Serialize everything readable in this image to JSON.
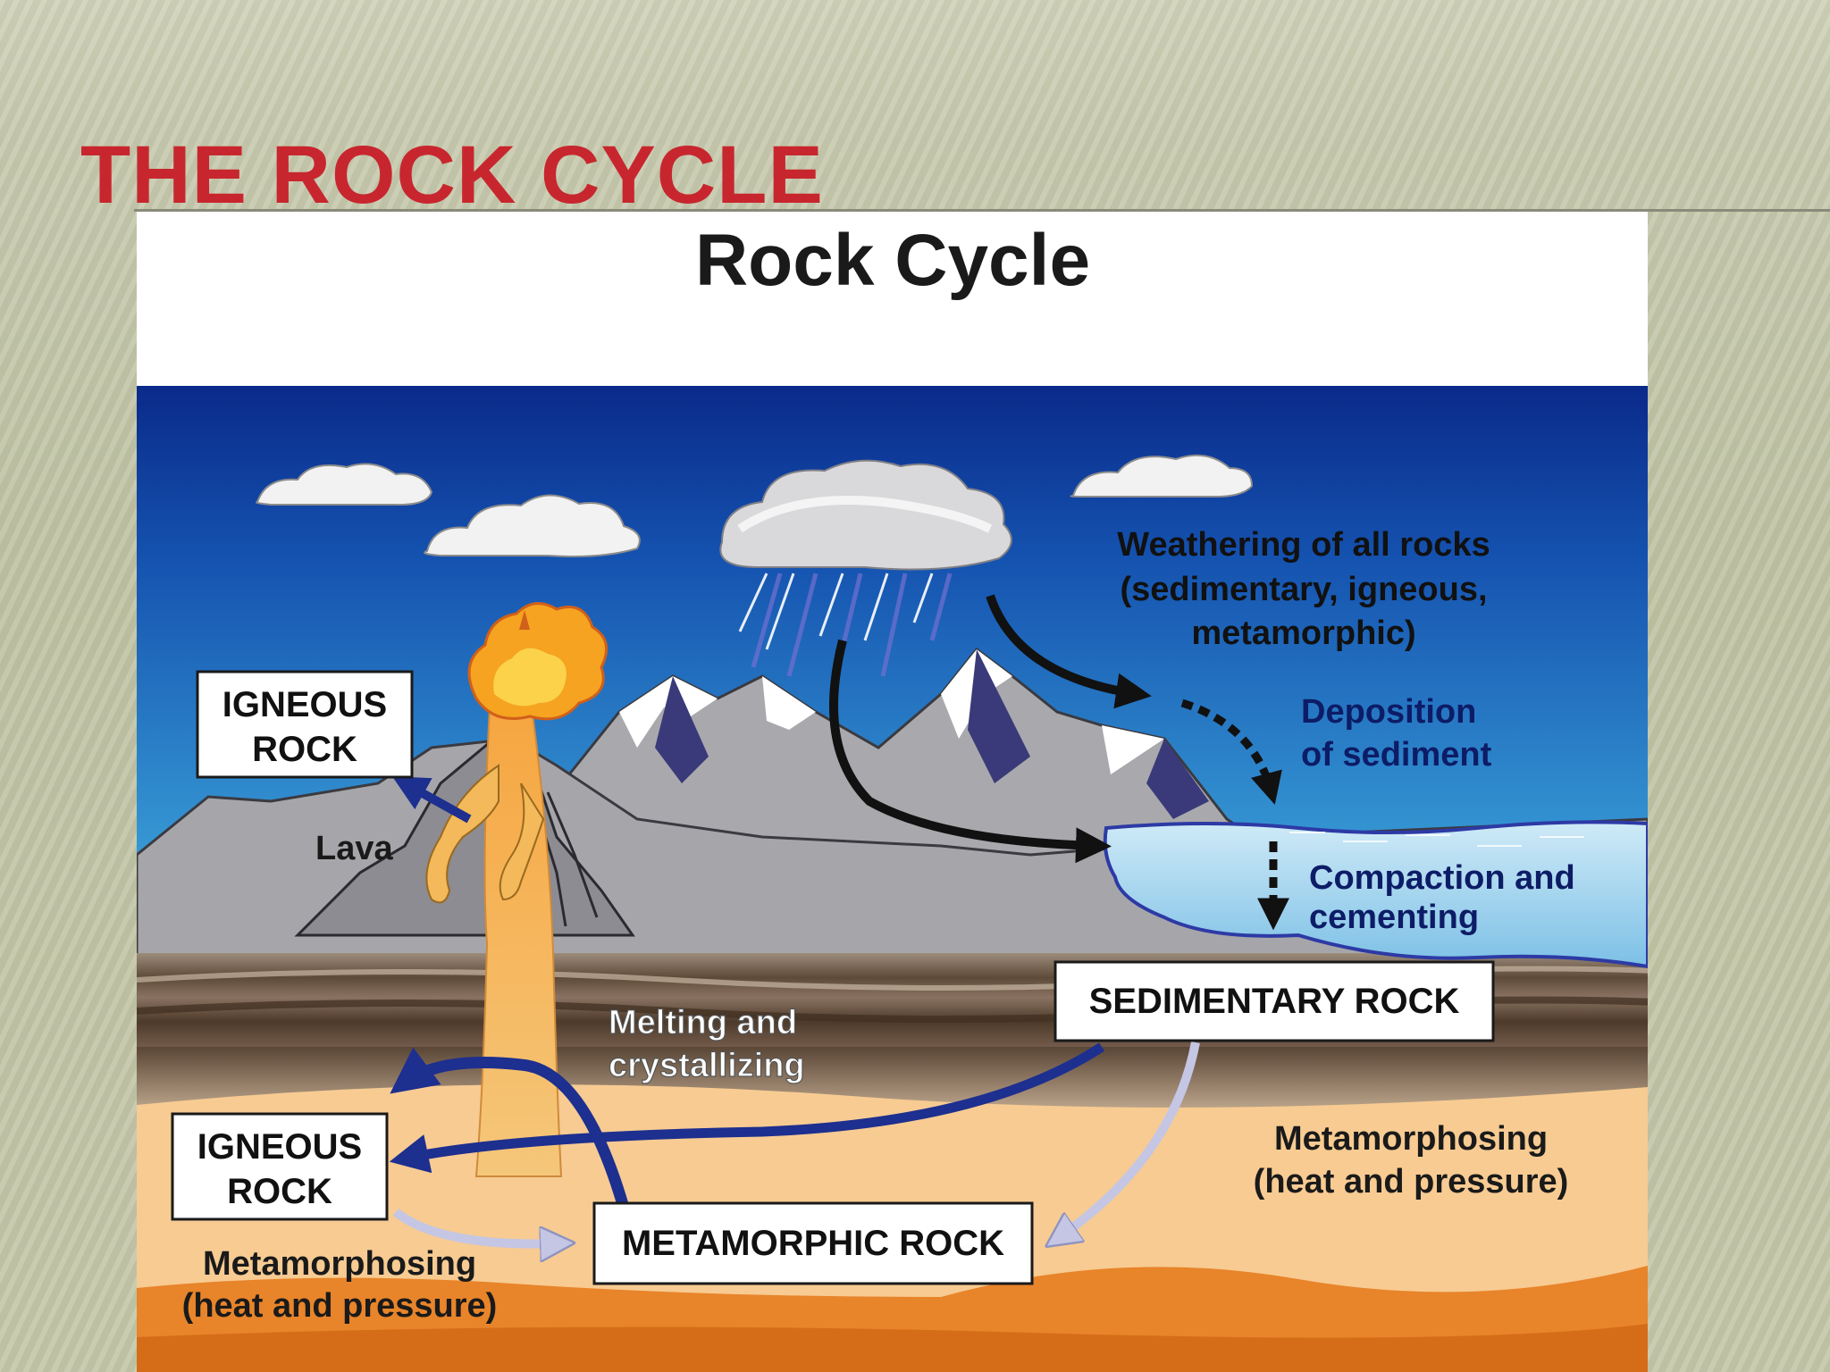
{
  "slide": {
    "title": "THE ROCK CYCLE"
  },
  "diagram": {
    "title": "Rock Cycle",
    "boxes": {
      "igneous_top": [
        "IGNEOUS",
        "ROCK"
      ],
      "igneous_bottom": [
        "IGNEOUS",
        "ROCK"
      ],
      "sedimentary": "SEDIMENTARY ROCK",
      "metamorphic": "METAMORPHIC ROCK"
    },
    "labels": {
      "lava": "Lava",
      "weathering": [
        "Weathering of all rocks",
        "(sedimentary, igneous,",
        "metamorphic)"
      ],
      "deposition": [
        "Deposition",
        "of sediment"
      ],
      "compaction": [
        "Compaction and",
        "cementing"
      ],
      "melting": [
        "Melting and",
        "crystallizing"
      ],
      "metamorphosing_right": [
        "Metamorphosing",
        "(heat and pressure)"
      ],
      "metamorphosing_left": [
        "Metamorphosing",
        "(heat and pressure)"
      ]
    },
    "colors": {
      "sky_top": "#0a2a8a",
      "sky_bottom": "#2f8fd0",
      "mountain": "#a9a9ad",
      "water": "#8ec9ea",
      "magma": "#f3b95a",
      "sand": "#f7c98f",
      "deep": "#e67a1e",
      "arrow_blue": "#1d2f8f",
      "arrow_light": "#c4c6e4",
      "arrow_dark": "#111111"
    }
  }
}
